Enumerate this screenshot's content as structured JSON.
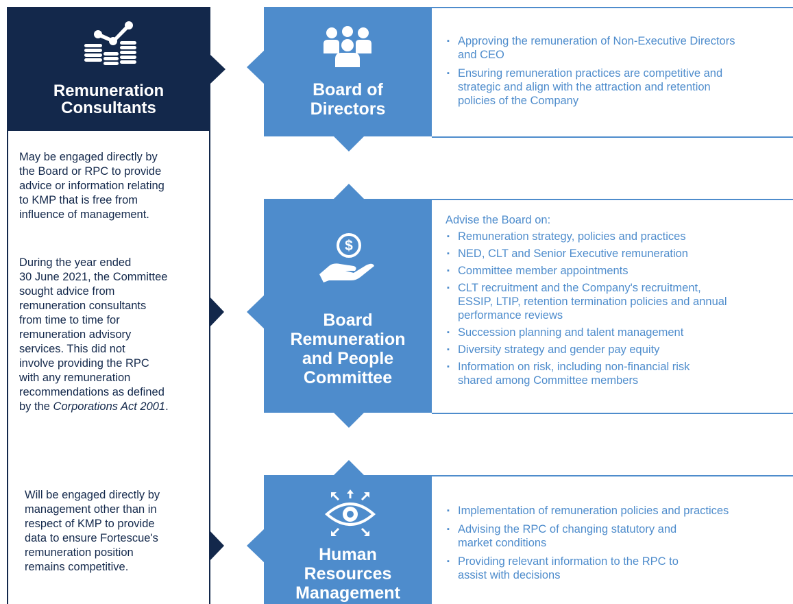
{
  "colors": {
    "navy": "#13284b",
    "blue": "#4e8ccc",
    "white": "#ffffff"
  },
  "consultants": {
    "icon": "coins-chart-icon",
    "title_line1": "Remuneration",
    "title_line2": "Consultants",
    "para1": [
      "May be engaged directly by",
      "the Board or RPC to provide",
      "advice or information relating",
      "to KMP that is free from",
      "influence of management."
    ],
    "para2": [
      "During the year ended",
      "30 June 2021, the Committee",
      "sought advice from",
      "remuneration consultants",
      "from time to time for",
      "remuneration advisory",
      "services. This did not",
      "involve providing the RPC",
      "with any remuneration",
      "recommendations as defined"
    ],
    "para2_last_prefix": "by the ",
    "para2_last_italic": "Corporations Act 2001",
    "para2_last_suffix": ".",
    "para3": [
      "Will be engaged directly by",
      "management other than in",
      "respect of KMP to provide",
      "data to ensure Fortescue's",
      "remuneration position",
      "remains competitive."
    ]
  },
  "board": {
    "icon": "people-group-icon",
    "title_line1": "Board of",
    "title_line2": "Directors",
    "bullets": [
      [
        "Approving the remuneration of Non-Executive Directors",
        "and CEO"
      ],
      [
        "Ensuring remuneration practices are competitive and",
        "strategic and align with the attraction and retention",
        "policies of the Company"
      ]
    ]
  },
  "committee": {
    "icon": "hand-dollar-icon",
    "title_lines": [
      "Board",
      "Remuneration",
      "and People",
      "Committee"
    ],
    "intro": "Advise the Board on:",
    "bullets": [
      [
        "Remuneration strategy, policies and practices"
      ],
      [
        "NED, CLT and Senior Executive remuneration"
      ],
      [
        "Committee member appointments"
      ],
      [
        "CLT recruitment and the Company's recruitment,",
        "ESSIP, LTIP, retention termination policies and annual",
        "performance reviews"
      ],
      [
        "Succession planning and talent management"
      ],
      [
        "Diversity strategy and gender pay equity"
      ],
      [
        "Information on risk, including non-financial risk",
        "shared among Committee members"
      ]
    ]
  },
  "hr": {
    "icon": "eye-arrows-icon",
    "title_lines": [
      "Human",
      "Resources",
      "Management"
    ],
    "bullets": [
      [
        "Implementation of remuneration policies and practices"
      ],
      [
        "Advising the RPC of changing statutory and",
        "market conditions"
      ],
      [
        "Providing relevant information to the RPC to",
        "assist with decisions"
      ]
    ]
  }
}
